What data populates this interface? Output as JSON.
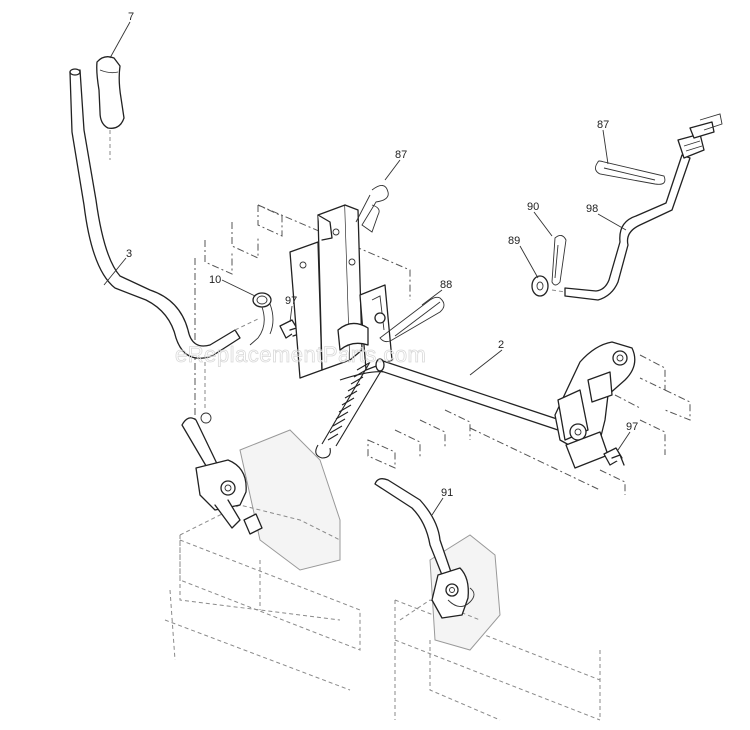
{
  "watermark": "eReplacementParts.com",
  "callouts": [
    {
      "id": "7a",
      "text": "7"
    },
    {
      "id": "3",
      "text": "3"
    },
    {
      "id": "10",
      "text": "10"
    },
    {
      "id": "97a",
      "text": "97"
    },
    {
      "id": "87a",
      "text": "87"
    },
    {
      "id": "88",
      "text": "88"
    },
    {
      "id": "2",
      "text": "2"
    },
    {
      "id": "87b",
      "text": "87"
    },
    {
      "id": "90",
      "text": "90"
    },
    {
      "id": "98",
      "text": "98"
    },
    {
      "id": "89",
      "text": "89"
    },
    {
      "id": "97b",
      "text": "97"
    },
    {
      "id": "91",
      "text": "91"
    }
  ]
}
